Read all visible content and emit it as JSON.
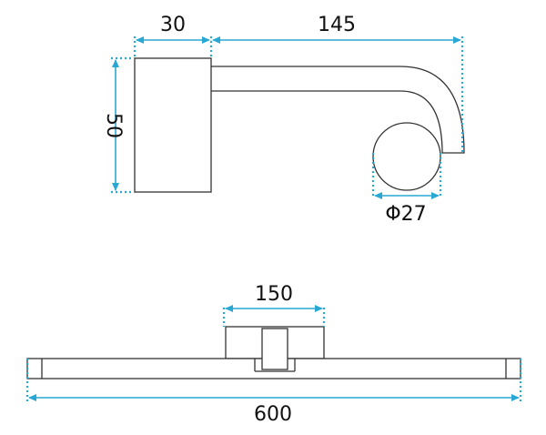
{
  "colors": {
    "dimension": "#2aa8d4",
    "outline": "#333333"
  },
  "side_view": {
    "width_label": "30",
    "arm_length_label": "145",
    "height_label": "50",
    "diameter_label": "Φ27"
  },
  "front_view": {
    "mount_width_label": "150",
    "total_length_label": "600"
  }
}
